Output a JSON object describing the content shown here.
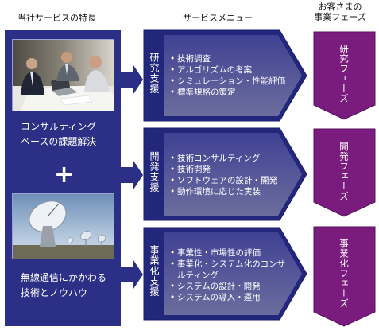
{
  "headers": {
    "left": "当社サービスの特長",
    "middle": "サービスメニュー",
    "right_line1": "お客さまの",
    "right_line2": "事業フェーズ"
  },
  "left": {
    "top_text_line1": "コンサルティング",
    "top_text_line2": "ベースの課題解決",
    "plus": "+",
    "bottom_text_line1": "無線通信にかかわる",
    "bottom_text_line2": "技術とノウハウ"
  },
  "services": [
    {
      "label": "研究支援",
      "items": [
        "技術調査",
        "アルゴリズムの考案",
        "シミュレーション・性能評価",
        "標準規格の策定"
      ]
    },
    {
      "label": "開発支援",
      "items": [
        "技術コンサルティング",
        "技術開発",
        "ソフトウェアの設計・開発",
        "動作環境に応じた実装"
      ]
    },
    {
      "label": "事業化支援",
      "items": [
        "事業性・市場性の評価",
        "事業化・システム化のコンサルティング",
        "システムの設計・開発",
        "システムの導入・運用"
      ]
    }
  ],
  "phases": [
    "研究フェーズ",
    "開発フェーズ",
    "事業化フェーズ"
  ],
  "colors": {
    "navy": "#2b2f86",
    "arrow_border": "#1f2377",
    "arrow_fill_top": "#4a4b9a",
    "arrow_fill_bottom": "#676a9c",
    "phase_purple": "#7a1c7e"
  }
}
